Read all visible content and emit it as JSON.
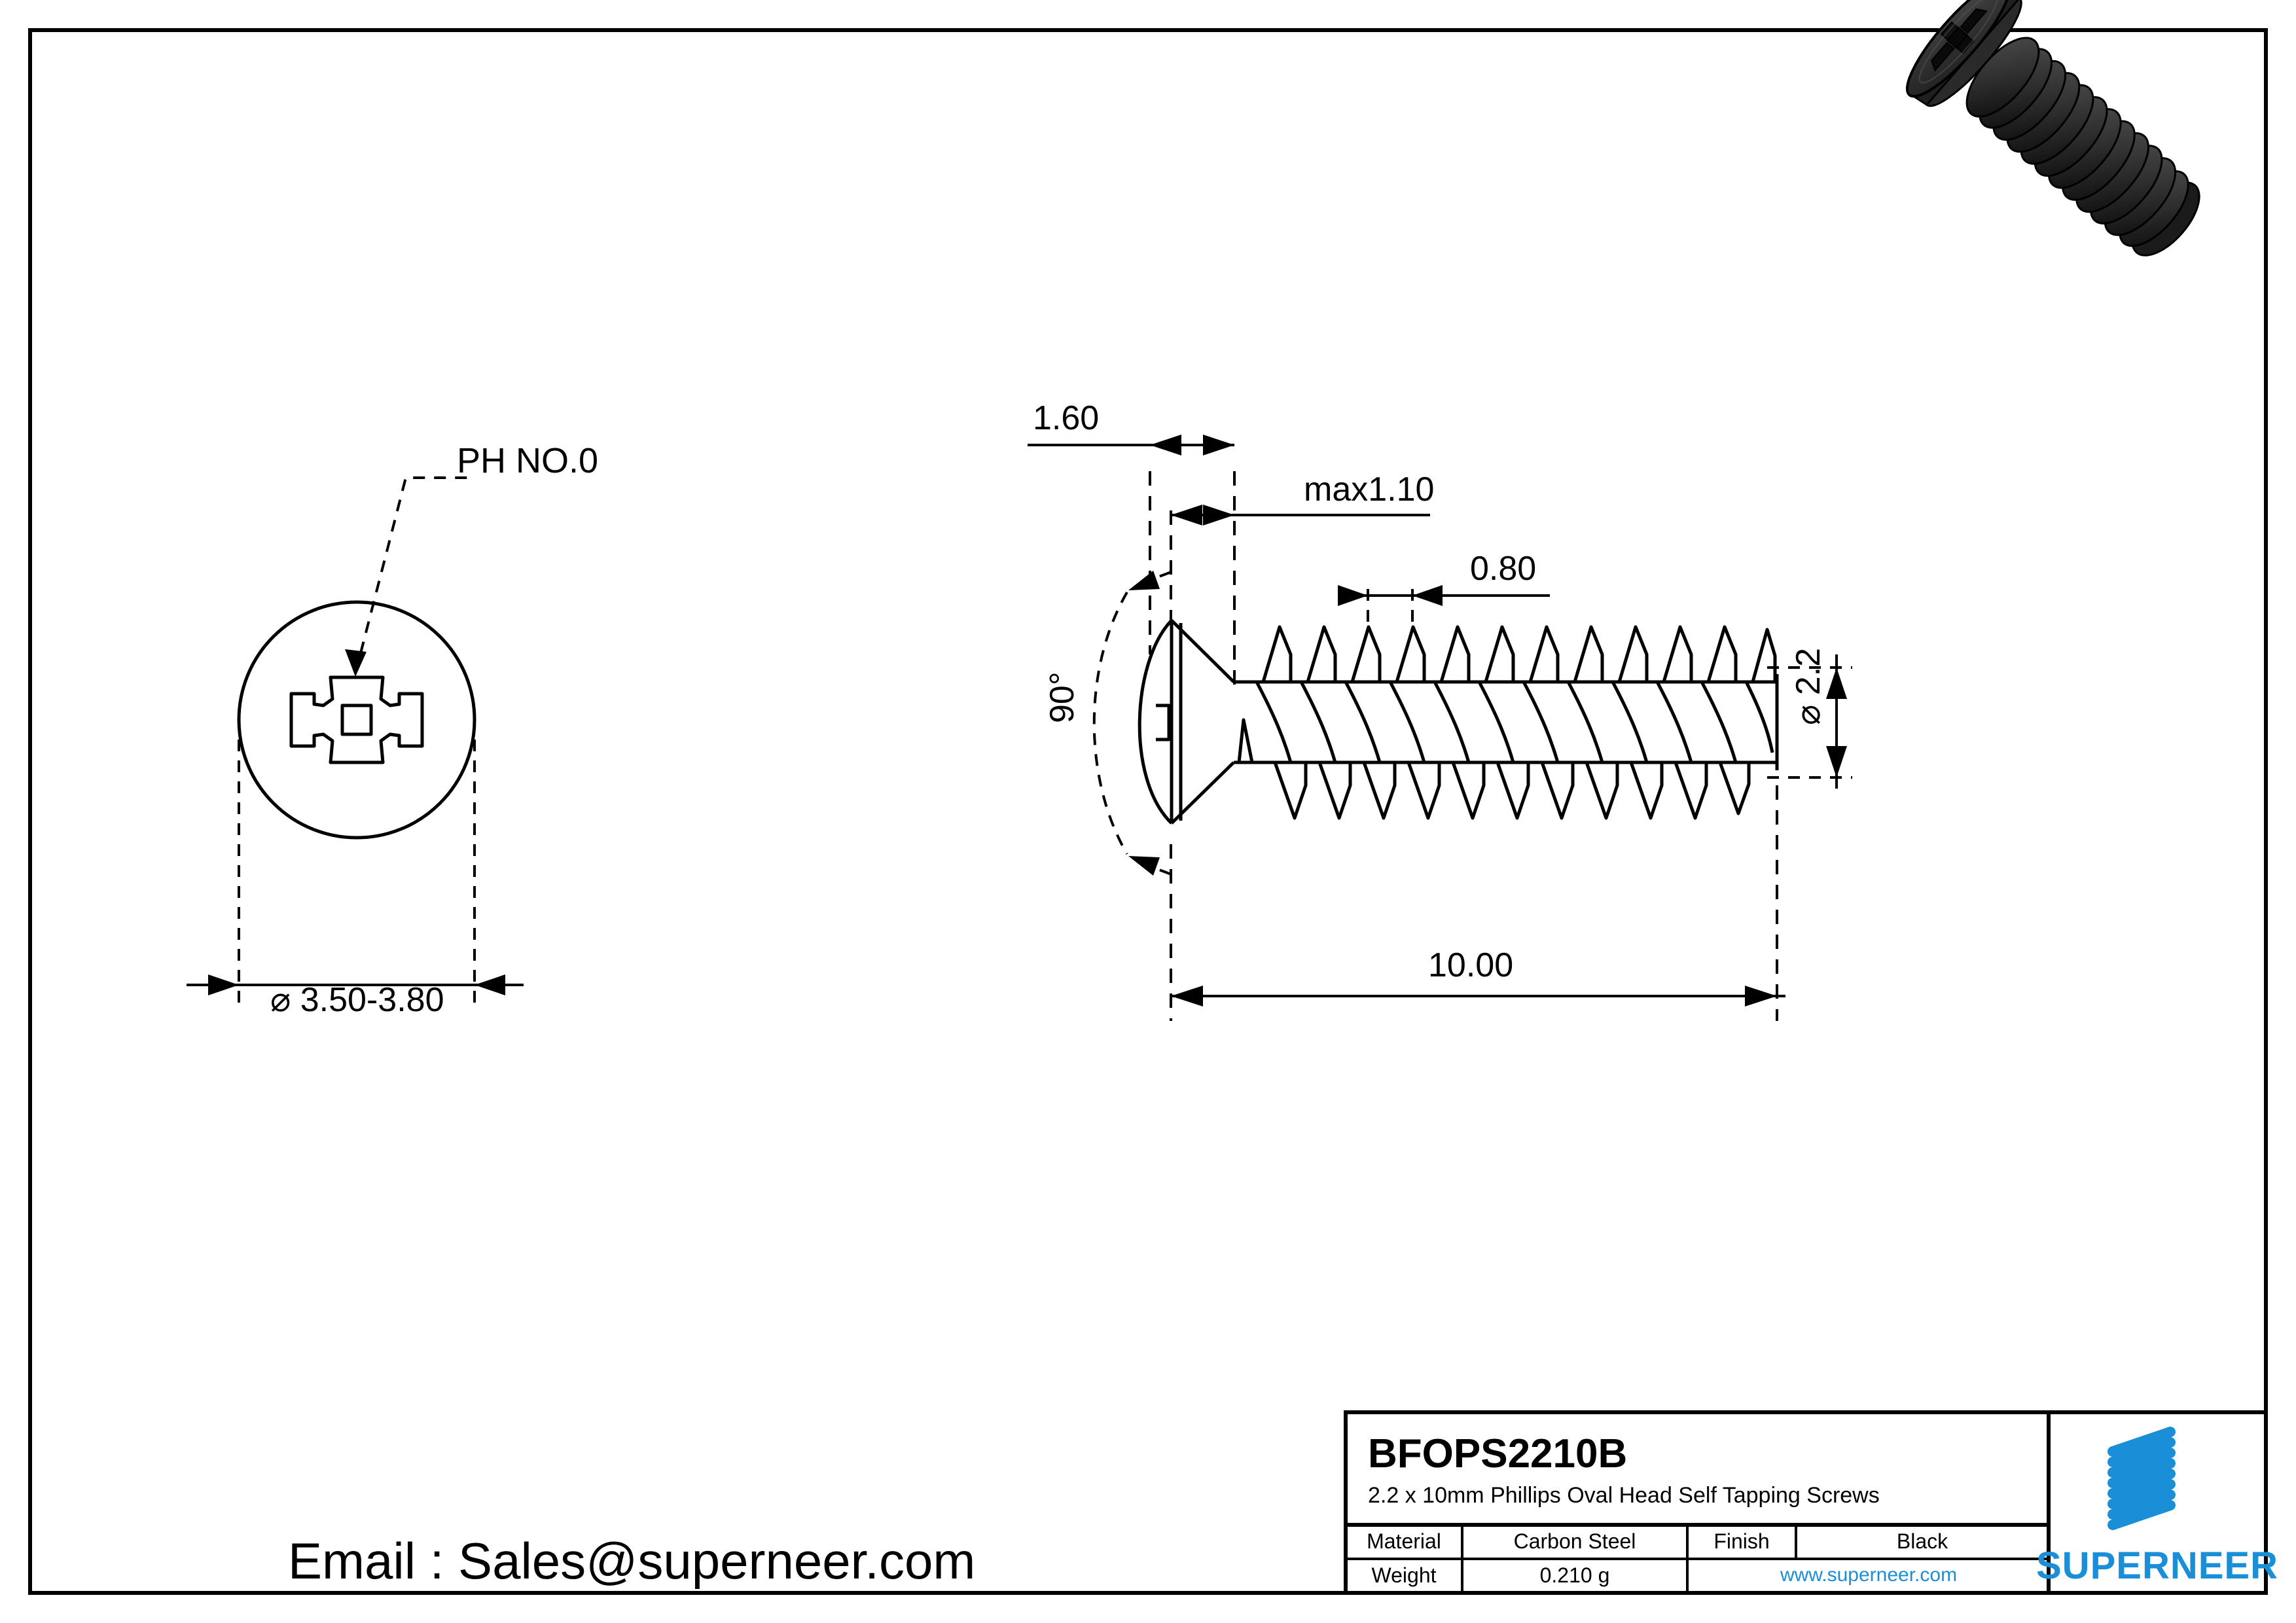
{
  "drawing": {
    "part_code": "BFOPS2210B",
    "description": "2.2 x 10mm Phillips Oval Head Self Tapping Screws",
    "email_label": "Email : Sales@superneer.com"
  },
  "top_view": {
    "leader_label": "PH NO.0",
    "head_diameter": "⌀ 3.50-3.80"
  },
  "side_view": {
    "head_height": "1.60",
    "head_crown": "max1.10",
    "thread_pitch": "0.80",
    "head_angle": "90°",
    "shank_diameter": "⌀ 2.2",
    "overall_length": "10.00"
  },
  "title_block": {
    "material_label": "Material",
    "material_value": "Carbon Steel",
    "finish_label": "Finish",
    "finish_value": "Black",
    "weight_label": "Weight",
    "weight_value": "0.210 g",
    "website": "www.superneer.com",
    "brand": "SUPERNEER"
  },
  "colors": {
    "brand_blue": "#1a8fd8",
    "line": "#000000",
    "screw_dark": "#3a3a3a",
    "background": "#ffffff"
  }
}
